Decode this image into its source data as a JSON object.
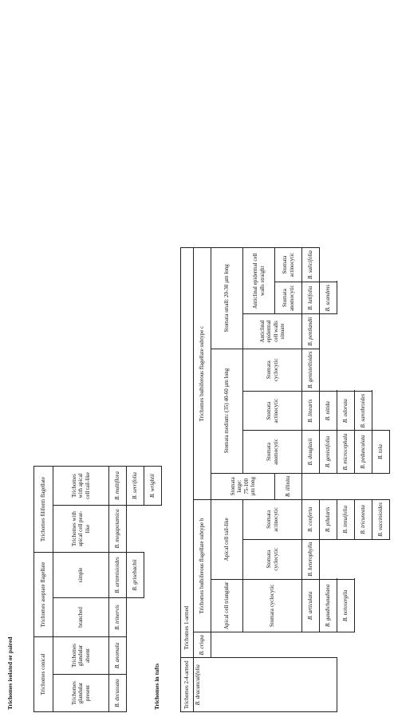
{
  "section1": {
    "heading": "Trichomes isolated or paired",
    "headers": {
      "conical": "Trichomes conical",
      "conical_glandular_present": "Trichomes glandular present",
      "conical_glandular_absent": "Trichomes glandular absent",
      "aseptate": "Trichomes aseptate flagellate",
      "aseptate_branched": "branched",
      "aseptate_simple": "simple",
      "filiform": "Trichomes filiform flagellate",
      "filiform_pear": "Trichomes with apical cell pear-like",
      "filiform_tail": "Trichomes with apical cell tail-like"
    },
    "species": {
      "decussata": "B. decussata",
      "anomala": "B. anomala",
      "trinervis": "B. trinervis",
      "artemisioides": "B. artemisioides",
      "grisebachii": "B. grisebachii",
      "megapotamica": "B. megapotamica",
      "multiflora": "B. multiflora",
      "serrifolia": "B. serrifolia",
      "wrightii": "B. wrightii"
    }
  },
  "section2": {
    "heading": "Trichomes in tufts",
    "headers": {
      "two_four_armed": "Trichomes 2-4-armed",
      "one_armed": "Trichomes 1-armed",
      "subtype_b": "Trichomes bulbiferous flagellate subtype b",
      "subtype_c": "Trichomes bulbiferous flagellate subtype c",
      "apical_triangular": "Apical cell triangular",
      "apical_tail": "Apical cell tail-like",
      "stomata_cyclocytic": "Stomata cyclocytic",
      "stomata_actinocytic": "Stomata actinocytic",
      "stomata_anomocytic": "Stomata anomocytic",
      "stomata_large": "Stomata large: 75-100 µm long",
      "stomata_medium": "Stomata medium: (35) 40-60 µm long",
      "stomata_small": "Stomata small: 20-30 µm long",
      "anticlinal_sinuate": "Anticlinal epidermal cell walls sinuate",
      "anticlinal_straight": "Anticlinal epidermal cell walls straight"
    },
    "species": {
      "dracunculifolia": "B. dracunculifolia",
      "crispa": "B. crispa",
      "articulata": "B. articulata",
      "gaudichaudiana": "B. gaudichaudiana",
      "notosergila": "B. notosergila",
      "heterophylla": "B. heterophylla",
      "conferta": "B. conferta",
      "pilularis": "B. pilularis",
      "tenuifolia": "B. tenuifolia",
      "tricuneata": "B. tricuneata",
      "vaccinioides": "B. vaccinioides",
      "illinita": "B. illinita",
      "douglasii": "B. douglasii",
      "genistifolia": "B. genistifolia",
      "microcephala": "B. microcephala",
      "pedunculata": "B. pedunculata",
      "tola": "B. tola",
      "linearis": "B. linearis",
      "nitida": "B. nitida",
      "odorata": "B. odorata",
      "sarothroides": "B. sarothroides",
      "genistelloides": "B. genistelloides",
      "pentlandii": "B. pentlandii",
      "latifolia": "B. latifolia",
      "scandens": "B. scandens",
      "salicifolia": "B. salicifolia"
    }
  }
}
